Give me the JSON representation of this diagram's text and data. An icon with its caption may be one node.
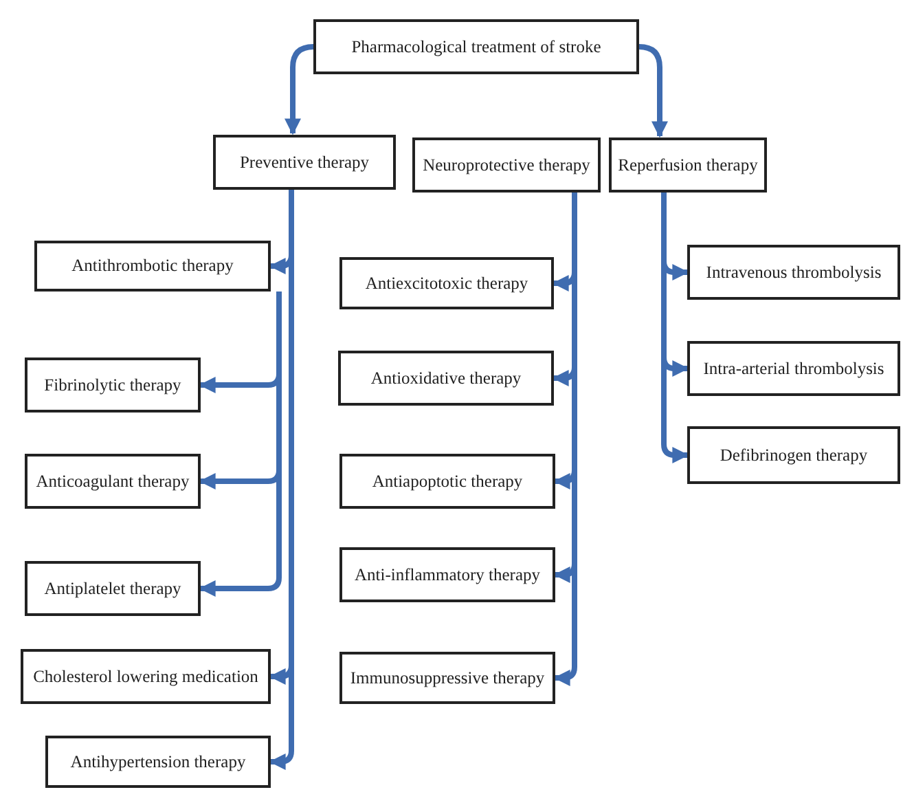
{
  "diagram": {
    "nodes": [
      {
        "text": [
          "Pharmacological treatment of stroke"
        ]
      },
      {
        "text": [
          "Preventive therapy"
        ]
      },
      {
        "text": [
          "Neuroprotective therapy"
        ]
      },
      {
        "text": [
          "Reperfusion therapy"
        ]
      },
      {
        "text": [
          "Antithrombotic therapy"
        ]
      },
      {
        "text": [
          "Fibrinolytic therapy"
        ]
      },
      {
        "text": [
          "Anticoagulant therapy"
        ]
      },
      {
        "text": [
          "Antiplatelet therapy"
        ]
      },
      {
        "text": [
          "Cholesterol lowering medication"
        ]
      },
      {
        "text": [
          "Antihypertension therapy"
        ]
      },
      {
        "text": [
          "Antiexcitotoxic therapy"
        ]
      },
      {
        "text": [
          "Antioxidative therapy"
        ]
      },
      {
        "text": [
          "Antiapoptotic therapy"
        ]
      },
      {
        "text": [
          "Anti-inflammatory therapy"
        ]
      },
      {
        "text": [
          "Immunosuppressive therapy"
        ]
      },
      {
        "text": [
          "Intravenous thrombolysis"
        ]
      },
      {
        "text": [
          "Intra-arterial thrombolysis"
        ]
      },
      {
        "text": [
          "Defibrinogen therapy"
        ]
      }
    ],
    "edges": [
      {
        "from": 0,
        "to": 1,
        "arrow": "to"
      },
      {
        "from": 0,
        "to": 3,
        "arrow": "to"
      },
      {
        "from": 1,
        "to": 4,
        "arrow": "to"
      },
      {
        "from": 1,
        "to": 8,
        "arrow": "to"
      },
      {
        "from": 1,
        "to": 9,
        "arrow": "to"
      },
      {
        "from": 4,
        "to": 5,
        "arrow": "to"
      },
      {
        "from": 4,
        "to": 6,
        "arrow": "to"
      },
      {
        "from": 4,
        "to": 7,
        "arrow": "to"
      },
      {
        "from": 2,
        "to": 10,
        "arrow": "to"
      },
      {
        "from": 2,
        "to": 11,
        "arrow": "to"
      },
      {
        "from": 2,
        "to": 12,
        "arrow": "to"
      },
      {
        "from": 2,
        "to": 13,
        "arrow": "to"
      },
      {
        "from": 2,
        "to": 14,
        "arrow": "to"
      },
      {
        "from": 3,
        "to": 15,
        "arrow": "to"
      },
      {
        "from": 3,
        "to": 16,
        "arrow": "to"
      },
      {
        "from": 3,
        "to": 17,
        "arrow": "to"
      }
    ]
  }
}
